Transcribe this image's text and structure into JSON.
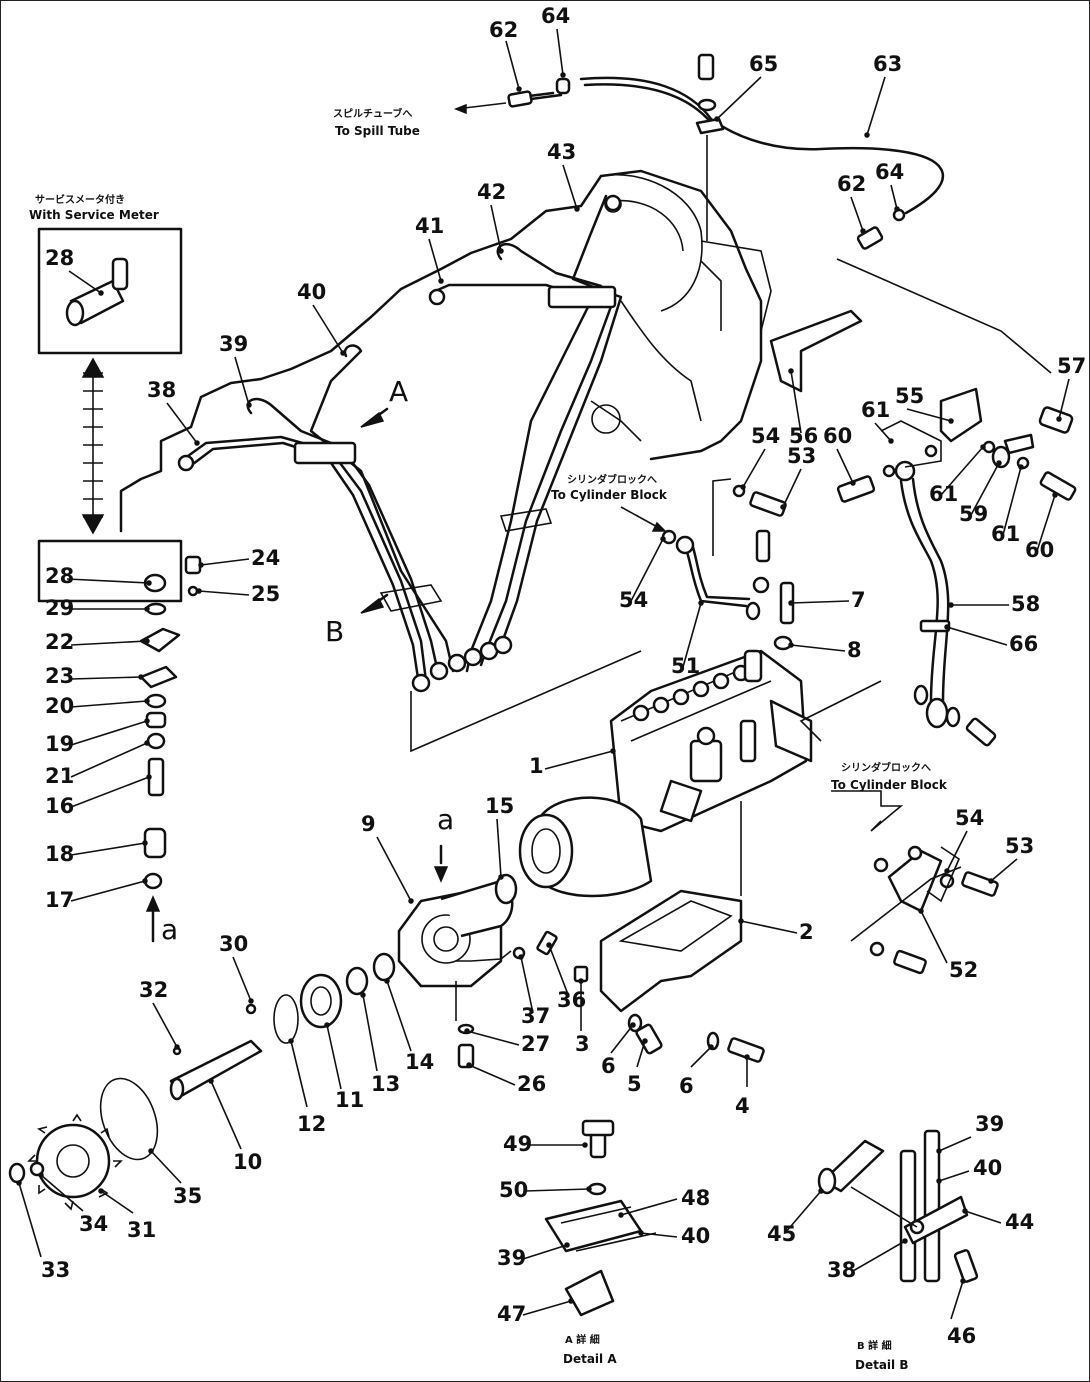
{
  "notes": {
    "spill_ja": "スピルチューブへ",
    "spill_en": "To Spill Tube",
    "service_ja": "サービスメータ付き",
    "service_en": "With Service Meter",
    "cyl1_ja": "シリンダブロックへ",
    "cyl1_en": "To Cylinder Block",
    "cyl2_ja": "シリンダブロックへ",
    "cyl2_en": "To Cylinder Block",
    "detailA_ja": "A 詳 細",
    "detailA_en": "Detail A",
    "detailB_ja": "B 詳 細",
    "detailB_en": "Detail B"
  },
  "views": {
    "A": "A",
    "B": "B",
    "a_top": "a",
    "a_left": "a"
  },
  "labels": [
    {
      "id": "62a",
      "text": "62"
    },
    {
      "id": "64a",
      "text": "64"
    },
    {
      "id": "65",
      "text": "65"
    },
    {
      "id": "63",
      "text": "63"
    },
    {
      "id": "62b",
      "text": "62"
    },
    {
      "id": "64b",
      "text": "64"
    },
    {
      "id": "43",
      "text": "43"
    },
    {
      "id": "42",
      "text": "42"
    },
    {
      "id": "41",
      "text": "41"
    },
    {
      "id": "40",
      "text": "40"
    },
    {
      "id": "39",
      "text": "39"
    },
    {
      "id": "38",
      "text": "38"
    },
    {
      "id": "28a",
      "text": "28"
    },
    {
      "id": "57",
      "text": "57"
    },
    {
      "id": "55",
      "text": "55"
    },
    {
      "id": "61a",
      "text": "61"
    },
    {
      "id": "60a",
      "text": "60"
    },
    {
      "id": "56",
      "text": "56"
    },
    {
      "id": "54a",
      "text": "54"
    },
    {
      "id": "53a",
      "text": "53"
    },
    {
      "id": "61b",
      "text": "61"
    },
    {
      "id": "59",
      "text": "59"
    },
    {
      "id": "61c",
      "text": "61"
    },
    {
      "id": "60b",
      "text": "60"
    },
    {
      "id": "24",
      "text": "24"
    },
    {
      "id": "28b",
      "text": "28"
    },
    {
      "id": "25",
      "text": "25"
    },
    {
      "id": "29",
      "text": "29"
    },
    {
      "id": "22",
      "text": "22"
    },
    {
      "id": "23",
      "text": "23"
    },
    {
      "id": "20",
      "text": "20"
    },
    {
      "id": "19",
      "text": "19"
    },
    {
      "id": "21",
      "text": "21"
    },
    {
      "id": "16",
      "text": "16"
    },
    {
      "id": "18",
      "text": "18"
    },
    {
      "id": "17",
      "text": "17"
    },
    {
      "id": "54b",
      "text": "54"
    },
    {
      "id": "7",
      "text": "7"
    },
    {
      "id": "58",
      "text": "58"
    },
    {
      "id": "66",
      "text": "66"
    },
    {
      "id": "8",
      "text": "8"
    },
    {
      "id": "51",
      "text": "51"
    },
    {
      "id": "1",
      "text": "1"
    },
    {
      "id": "9",
      "text": "9"
    },
    {
      "id": "15",
      "text": "15"
    },
    {
      "id": "54c",
      "text": "54"
    },
    {
      "id": "53b",
      "text": "53"
    },
    {
      "id": "30",
      "text": "30"
    },
    {
      "id": "2",
      "text": "2"
    },
    {
      "id": "52",
      "text": "52"
    },
    {
      "id": "32",
      "text": "32"
    },
    {
      "id": "37",
      "text": "37"
    },
    {
      "id": "36",
      "text": "36"
    },
    {
      "id": "27",
      "text": "27"
    },
    {
      "id": "3",
      "text": "3"
    },
    {
      "id": "6a",
      "text": "6"
    },
    {
      "id": "5",
      "text": "5"
    },
    {
      "id": "6b",
      "text": "6"
    },
    {
      "id": "4",
      "text": "4"
    },
    {
      "id": "26",
      "text": "26"
    },
    {
      "id": "12",
      "text": "12"
    },
    {
      "id": "11",
      "text": "11"
    },
    {
      "id": "13",
      "text": "13"
    },
    {
      "id": "14",
      "text": "14"
    },
    {
      "id": "10",
      "text": "10"
    },
    {
      "id": "35",
      "text": "35"
    },
    {
      "id": "31",
      "text": "31"
    },
    {
      "id": "34",
      "text": "34"
    },
    {
      "id": "33",
      "text": "33"
    },
    {
      "id": "49",
      "text": "49"
    },
    {
      "id": "50",
      "text": "50"
    },
    {
      "id": "48",
      "text": "48"
    },
    {
      "id": "40b",
      "text": "40"
    },
    {
      "id": "39b",
      "text": "39"
    },
    {
      "id": "47",
      "text": "47"
    },
    {
      "id": "39c",
      "text": "39"
    },
    {
      "id": "40c",
      "text": "40"
    },
    {
      "id": "44",
      "text": "44"
    },
    {
      "id": "45",
      "text": "45"
    },
    {
      "id": "38b",
      "text": "38"
    },
    {
      "id": "46",
      "text": "46"
    }
  ]
}
